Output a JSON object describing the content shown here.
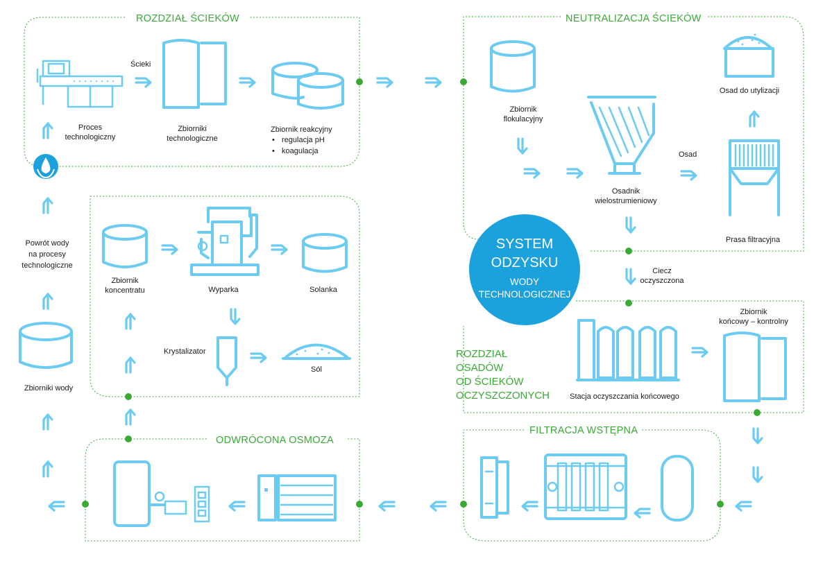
{
  "sections": {
    "rozdzial_sciekow": "ROZDZIAŁ ŚCIEKÓW",
    "neutralizacja": "NEUTRALIZACJA ŚCIEKÓW",
    "odwrocona_osmoza": "ODWRÓCONA OSMOZA",
    "filtracja": "FILTRACJA WSTĘPNA",
    "rozdzial_osadow": [
      "ROZDZIAŁ",
      "OSADÓW",
      "OD ŚCIEKÓW",
      "OCZYSZCZONYCH"
    ]
  },
  "center": {
    "line1": "SYSTEM",
    "line2": "ODZYSKU",
    "line3": "WODY",
    "line4": "TECHNOLOGICZNEJ",
    "color": "#1ba1dc"
  },
  "labels": {
    "proces": [
      "Proces",
      "technologiczny"
    ],
    "scieki": "Ścieki",
    "zbiorniki_tech": [
      "Zbiorniki",
      "technologiczne"
    ],
    "zbiornik_reakcyjny": "Zbiornik reakcyjny",
    "regulacja": "regulacja pH",
    "koagulacja": "koagulacja",
    "bullet": "•",
    "zbiornik_flok": [
      "Zbiornik",
      "flokulacyjny"
    ],
    "osadnik": [
      "Osadnik",
      "wielostrumieniowy"
    ],
    "osad": "Osad",
    "osad_utyl": "Osad do utylizacji",
    "prasa": "Prasa filtracyjna",
    "ciecz": [
      "Ciecz",
      "oczyszczona"
    ],
    "zbiornik_konc_kontr": [
      "Zbiornik",
      "końcowy – kontrolny"
    ],
    "stacja": "Stacja oczyszczania końcowego",
    "powrot": [
      "Powrót wody",
      "na procesy",
      "technologiczne"
    ],
    "zbiorniki_wody": "Zbiorniki wody",
    "zbiornik_koncentratu": [
      "Zbiornik",
      "koncentratu"
    ],
    "wyparka": "Wyparka",
    "solanka": "Solanka",
    "krystalizator": "Krystalizator",
    "sol": "Sól"
  },
  "colors": {
    "accent_green": "#3aaa35",
    "equipment_blue": "#6ccbf1",
    "center_blue": "#1ba1dc"
  },
  "icons": [
    "water-drop-cycle-icon",
    "arrow-icon"
  ]
}
